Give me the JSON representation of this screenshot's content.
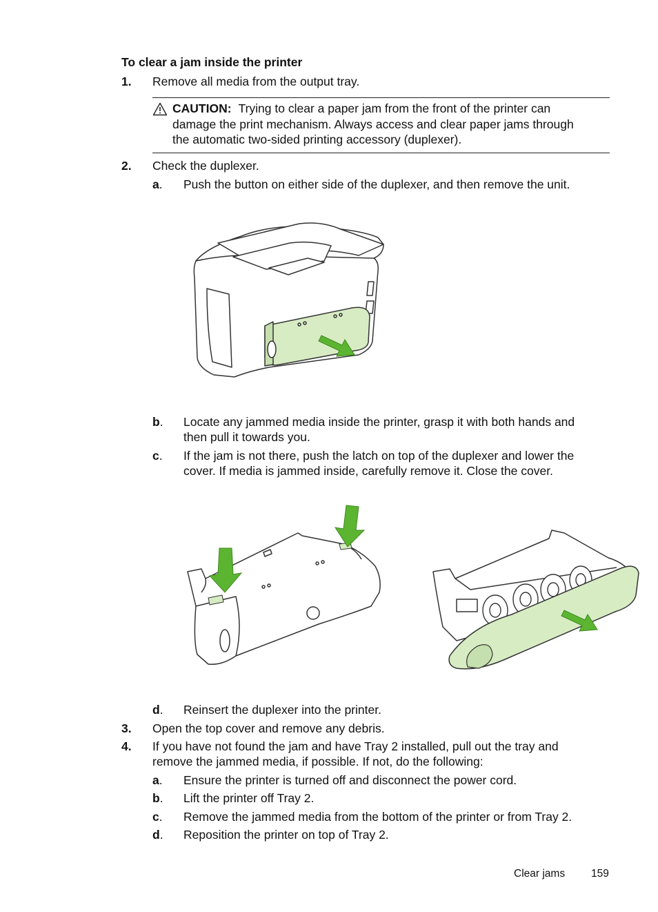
{
  "section_title": "To clear a jam inside the printer",
  "steps": [
    {
      "num": "1.",
      "text": "Remove all media from the output tray."
    },
    {
      "num": "2.",
      "text": "Check the duplexer."
    },
    {
      "num": "3.",
      "text": "Open the top cover and remove any debris."
    },
    {
      "num": "4.",
      "text_line1": "If you have not found the jam and have Tray 2 installed, pull out the tray and",
      "text_line2": "remove the jammed media, if possible. If not, do the following:"
    }
  ],
  "caution": {
    "label": "CAUTION:",
    "line1": "Trying to clear a paper jam from the front of the printer can",
    "line2": "damage the print mechanism. Always access and clear paper jams through",
    "line3": "the automatic two-sided printing accessory (duplexer)."
  },
  "step2_substeps": {
    "a": {
      "letter": "a",
      "text": "Push the button on either side of the duplexer, and then remove the unit."
    },
    "b": {
      "letter": "b",
      "line1": "Locate any jammed media inside the printer, grasp it with both hands and",
      "line2": "then pull it towards you."
    },
    "c": {
      "letter": "c",
      "line1": "If the jam is not there, push the latch on top of the duplexer and lower the",
      "line2": "cover. If media is jammed inside, carefully remove it. Close the cover."
    },
    "d": {
      "letter": "d",
      "text": "Reinsert the duplexer into the printer."
    }
  },
  "step4_substeps": [
    {
      "letter": "a",
      "text": "Ensure the printer is turned off and disconnect the power cord."
    },
    {
      "letter": "b",
      "text": "Lift the printer off Tray 2."
    },
    {
      "letter": "c",
      "text": "Remove the jammed media from the bottom of the printer or from Tray 2."
    },
    {
      "letter": "d",
      "text": "Reposition the printer on top of Tray 2."
    }
  ],
  "footer": {
    "section": "Clear jams",
    "page": "159"
  },
  "colors": {
    "highlight_green": "#d8ecc4",
    "arrow_green": "#5cb531",
    "outline": "#333333"
  }
}
